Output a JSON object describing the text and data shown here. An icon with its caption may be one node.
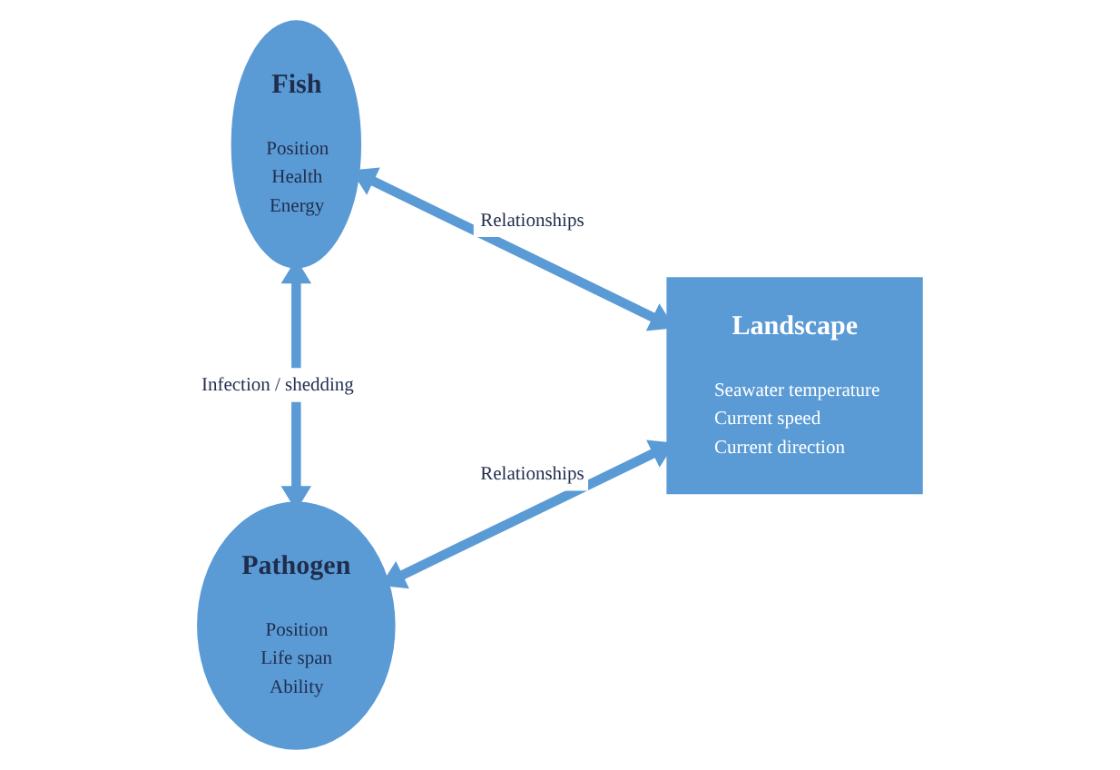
{
  "diagram": {
    "nodes": [
      {
        "text": [
          "Fish",
          "Position",
          "Health",
          "Energy"
        ]
      },
      {
        "text": [
          "Landscape",
          "Seawater temperature",
          "Current speed",
          "Current direction"
        ]
      },
      {
        "text": [
          "Pathogen",
          "Position",
          "Life span",
          "Ability"
        ]
      }
    ],
    "edges": [
      {
        "from": 0,
        "to": 1,
        "arrow": "both",
        "label": "Relationships"
      },
      {
        "from": 0,
        "to": 2,
        "arrow": "both",
        "label": "Infection / shedding"
      },
      {
        "from": 2,
        "to": 1,
        "arrow": "both",
        "label": "Relationships"
      }
    ]
  }
}
